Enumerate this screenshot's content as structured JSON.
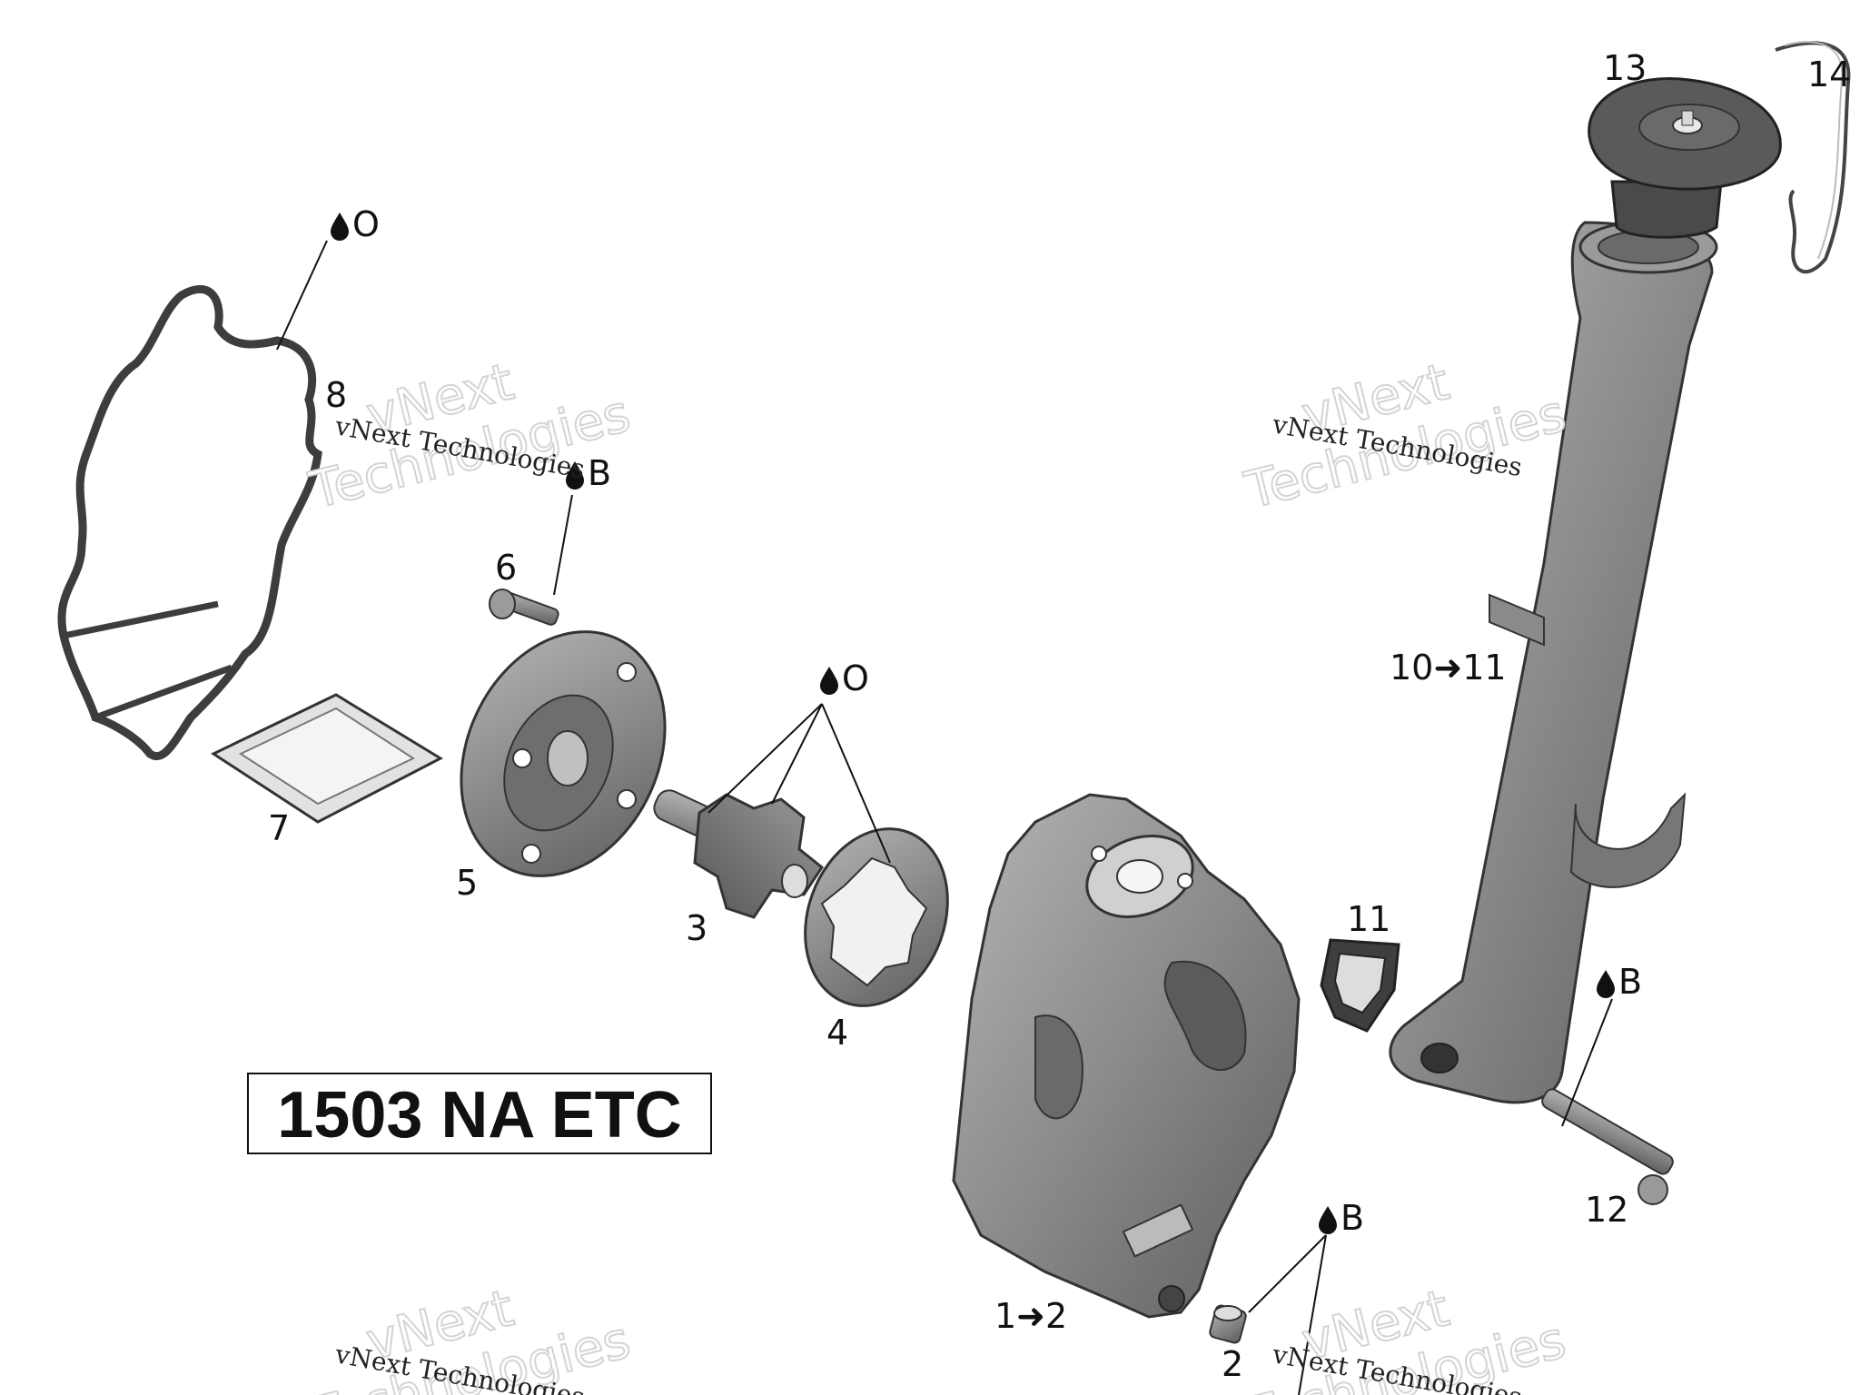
{
  "title_box": {
    "text": "1503 NA ETC"
  },
  "watermark": {
    "line1": "vNext",
    "line2": "Technologies",
    "caption": "vNext Technologies"
  },
  "callouts": {
    "c1": "1➜2",
    "c2": "2",
    "c3": "3",
    "c4": "4",
    "c5": "5",
    "c6": "6",
    "c7": "7",
    "c8": "8",
    "c10": "10➜11",
    "c11": "11",
    "c12": "12",
    "c13": "13",
    "c14": "14"
  },
  "lubricants": {
    "o_gasket": "O",
    "b_screw6": "B",
    "o_gears": "O",
    "b_screw12": "B",
    "b_bottom": "B"
  },
  "icon_names": {
    "drop": "oil-drop-icon"
  },
  "colors": {
    "part_fill": "#8c8c8c",
    "part_dark": "#4a4a4a",
    "part_light": "#c8c8c8",
    "line": "#111111"
  }
}
